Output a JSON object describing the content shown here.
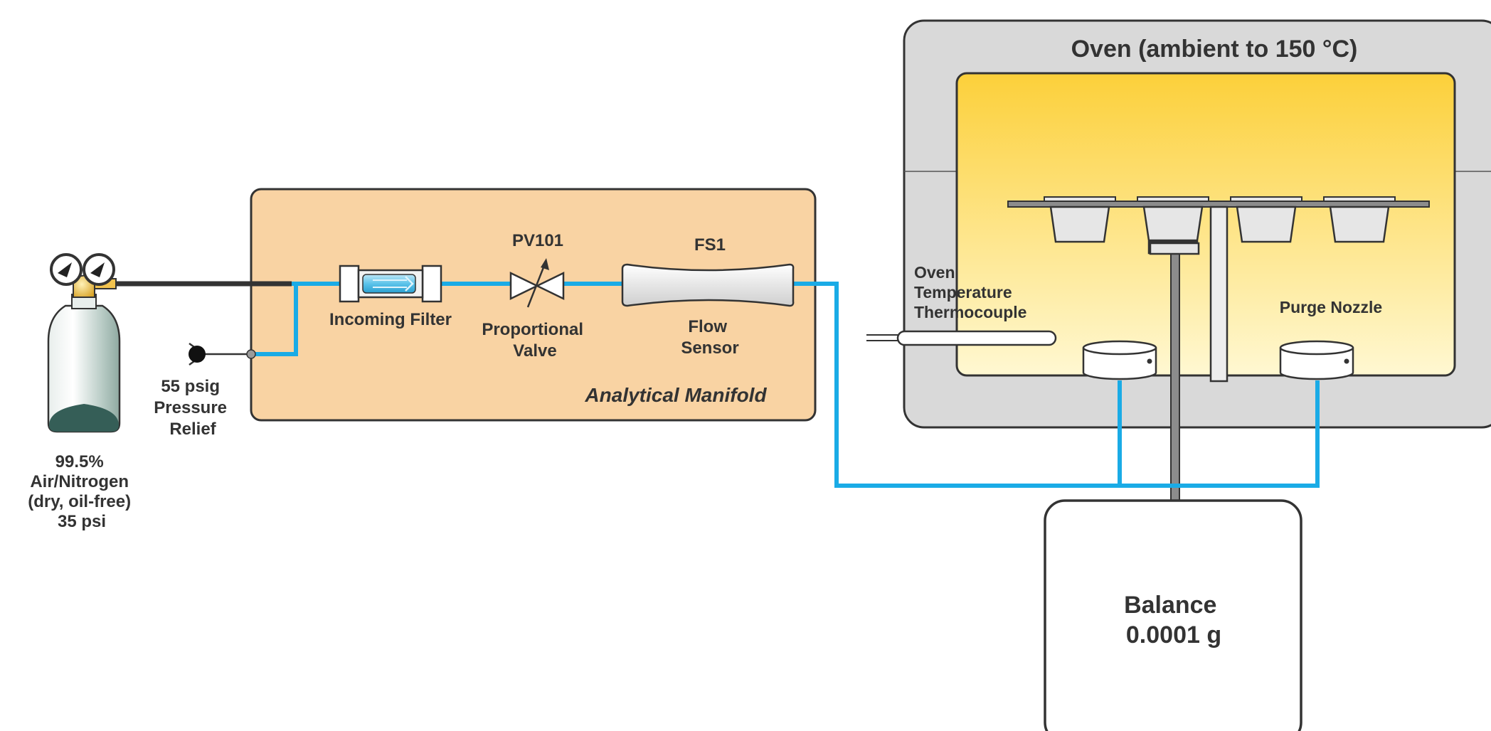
{
  "oven": {
    "title": "Oven (ambient to 150 °C)",
    "thermocouple_label": [
      "Oven",
      "Temperature",
      "Thermocouple"
    ],
    "purge_nozzle_label": "Purge Nozzle",
    "gradient_top": "#FCD03A",
    "gradient_bottom": "#FFF8D2",
    "shell_color": "#D9D9D9"
  },
  "manifold": {
    "title": "Analytical Manifold",
    "color": "#F9D3A3",
    "filter_label": "Incoming Filter",
    "valve_tag": "PV101",
    "valve_label": [
      "Proportional",
      "Valve"
    ],
    "sensor_tag": "FS1",
    "sensor_label": [
      "Flow",
      "Sensor"
    ]
  },
  "relief": {
    "label": [
      "55 psig",
      "Pressure",
      "Relief"
    ]
  },
  "supply": {
    "label": [
      "99.5%",
      "Air/Nitrogen",
      "(dry, oil-free)",
      "35 psi"
    ]
  },
  "balance": {
    "label": [
      "Balance",
      "0.0001 g"
    ]
  },
  "colors": {
    "gas_line": "#1AABE6",
    "stroke": "#333333",
    "text": "#333333"
  }
}
